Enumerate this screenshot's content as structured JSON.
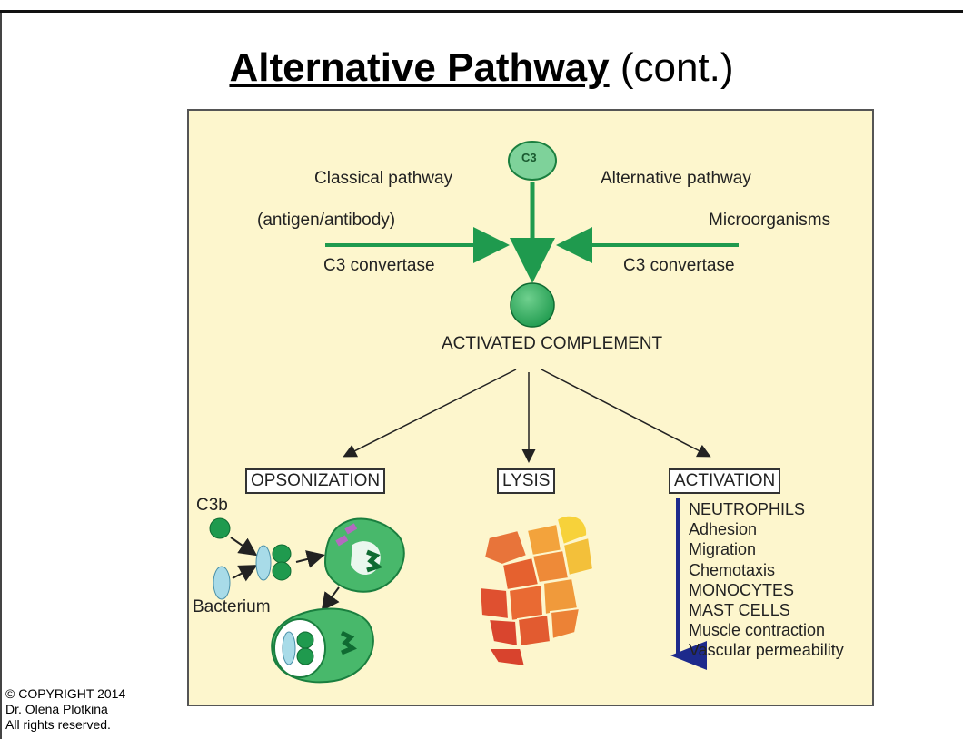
{
  "title": {
    "main": "Alternative Pathway",
    "suffix": " (cont.)"
  },
  "diagram": {
    "c3_label": "C3",
    "classical": {
      "line1": "Classical pathway",
      "line2": "(antigen/antibody)",
      "convertase": "C3 convertase"
    },
    "alternative": {
      "line1": "Alternative pathway",
      "line2": "Microorganisms",
      "convertase": "C3 convertase"
    },
    "activated": "ACTIVATED COMPLEMENT",
    "outcomes": {
      "opsonization": "OPSONIZATION",
      "lysis": "LYSIS",
      "activation": "ACTIVATION"
    },
    "c3b_label": "C3b",
    "bacterium_label": "Bacterium",
    "activation_items": [
      "NEUTROPHILS",
      "Adhesion",
      "Migration",
      "Chemotaxis",
      "MONOCYTES",
      "MAST CELLS",
      "Muscle contraction",
      "Vascular permeability"
    ]
  },
  "copyright": {
    "line1": "© COPYRIGHT 2014",
    "line2": "Dr. Olena Plotkina",
    "line3": "All rights reserved."
  },
  "colors": {
    "green": "#1f9a4e",
    "dark_green": "#0f6b32",
    "panel": "#fdf6cd",
    "blue_arrow": "#1d2a8c",
    "light_blue": "#a8dbe8"
  }
}
